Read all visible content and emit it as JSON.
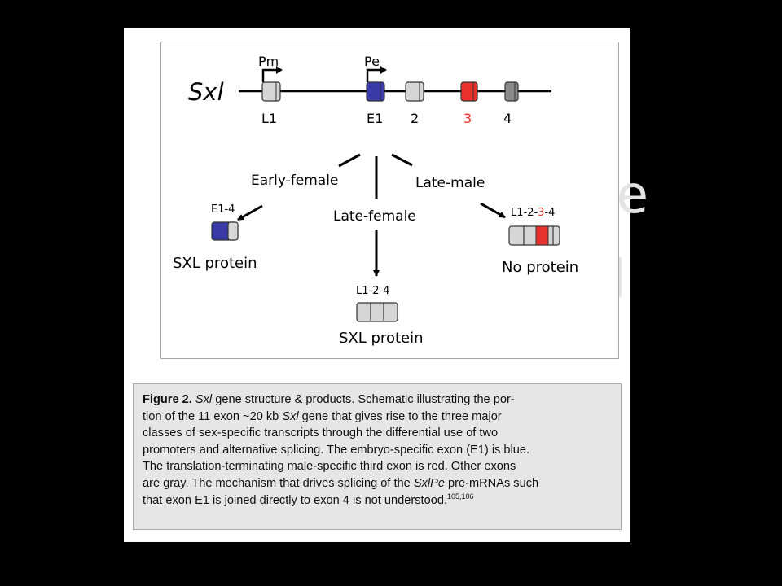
{
  "gene": {
    "name": "Sxl",
    "promoters": {
      "pm": "Pm",
      "pe": "Pe"
    },
    "exons": [
      {
        "label": "L1",
        "fill": "#d6d6d6"
      },
      {
        "label": "E1",
        "fill": "#3a3aa8"
      },
      {
        "label": "2",
        "fill": "#d6d6d6"
      },
      {
        "label": "3",
        "fill": "#e8302c"
      },
      {
        "label": "4",
        "fill": "#8a8a8a"
      }
    ]
  },
  "branches": {
    "early_female": {
      "label": "Early-female",
      "transcript": "E1-4",
      "product": "SXL protein"
    },
    "late_female": {
      "label": "Late-female",
      "transcript": "L1-2-4",
      "product": "SXL protein"
    },
    "late_male": {
      "label": "Late-male",
      "transcript_parts": [
        "L1-2-",
        "3",
        "-4"
      ],
      "product": "No protein"
    }
  },
  "colors": {
    "embryo_exon": "#3a3aa8",
    "male_exon": "#e8302c",
    "gray_exon": "#d6d6d6",
    "dark_gray_exon": "#8a8a8a"
  },
  "ghost_text": [
    "de",
    "d"
  ],
  "caption": {
    "label": "Figure 2.",
    "gene_italic": "Sxl",
    "line1_rest": " gene structure & products. Schematic illustrating the por-",
    "line2_a": "tion of the 11 exon ~20 kb ",
    "line2_b": " gene that gives rise to the three major",
    "line3": "classes of sex-specific transcripts through the differential use of two",
    "line4": "promoters and alternative splicing. The embryo-specific exon (E1) is blue.",
    "line5": "The translation-terminating male-specific third exon is red. Other exons",
    "line6_a": "are gray. The mechanism that drives splicing of the ",
    "line6_italic": "SxlPe",
    "line6_b": " pre-mRNAs such",
    "line7": "that exon E1 is joined directly to exon 4 is not understood.",
    "refs": "105,106"
  }
}
